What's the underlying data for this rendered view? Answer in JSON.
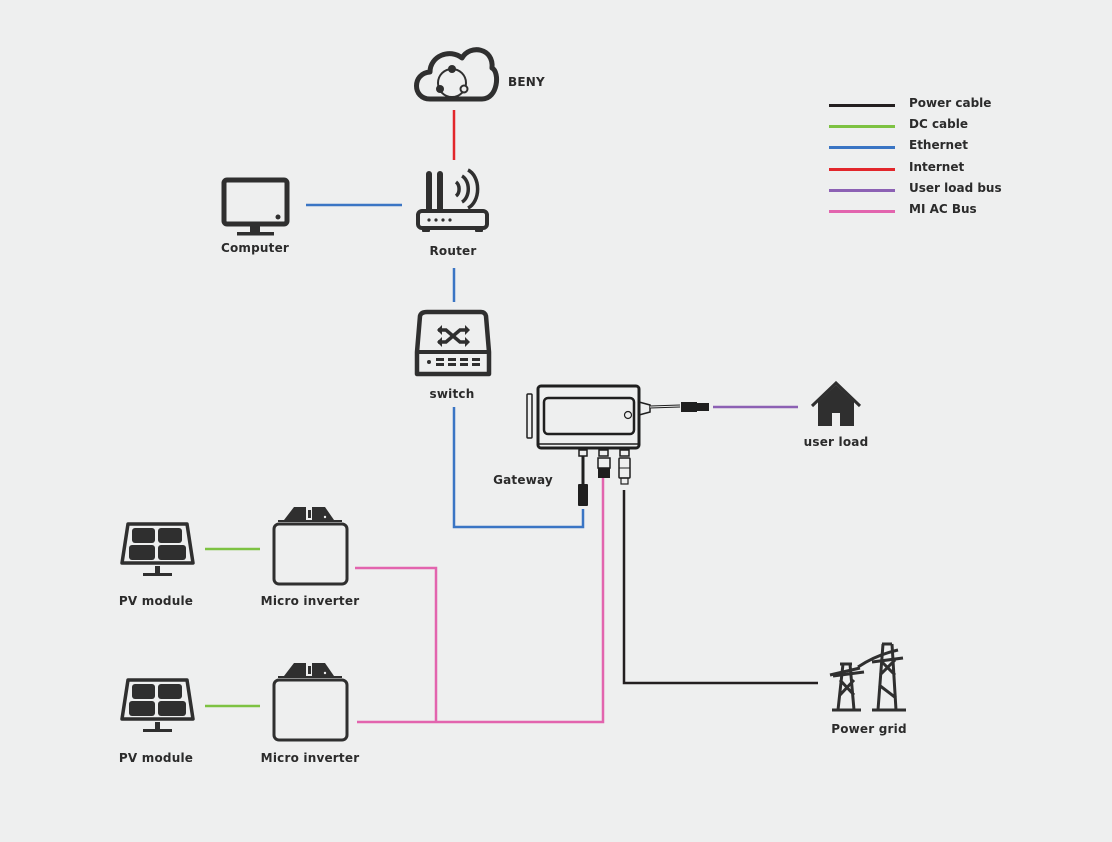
{
  "colors": {
    "background": "#eeefef",
    "icon": "#2f2f2f",
    "power": "#231f20",
    "dc": "#7dc242",
    "ethernet": "#3a75c4",
    "internet": "#e2262b",
    "user_load_bus": "#8c61b4",
    "mi_ac_bus": "#e264ae"
  },
  "nodes": {
    "cloud": {
      "label": "BENY",
      "icon": "cloud-icon"
    },
    "router": {
      "label": "Router",
      "icon": "router-icon"
    },
    "computer": {
      "label": "Computer",
      "icon": "monitor-icon"
    },
    "switch": {
      "label": "switch",
      "icon": "switch-icon"
    },
    "gateway": {
      "label": "Gateway",
      "icon": "gateway-icon"
    },
    "user_load": {
      "label": "user load",
      "icon": "house-icon"
    },
    "pv1": {
      "label": "PV module",
      "icon": "solar-panel-icon"
    },
    "inverter1": {
      "label": "Micro inverter",
      "icon": "micro-inverter-icon"
    },
    "pv2": {
      "label": "PV module",
      "icon": "solar-panel-icon"
    },
    "inverter2": {
      "label": "Micro inverter",
      "icon": "micro-inverter-icon"
    },
    "grid": {
      "label": "Power grid",
      "icon": "transmission-tower-icon"
    }
  },
  "legend": [
    {
      "label": "Power cable",
      "color": "#231f20"
    },
    {
      "label": "DC cable",
      "color": "#7dc242"
    },
    {
      "label": "Ethernet",
      "color": "#3a75c4"
    },
    {
      "label": "Internet",
      "color": "#e2262b"
    },
    {
      "label": "User load bus",
      "color": "#8c61b4"
    },
    {
      "label": "MI AC Bus",
      "color": "#e264ae"
    }
  ],
  "connections": [
    {
      "from": "cloud",
      "to": "router",
      "type": "Internet"
    },
    {
      "from": "computer",
      "to": "router",
      "type": "Ethernet"
    },
    {
      "from": "router",
      "to": "switch",
      "type": "Ethernet"
    },
    {
      "from": "switch",
      "to": "gateway",
      "type": "Ethernet"
    },
    {
      "from": "gateway",
      "to": "user_load",
      "type": "User load bus"
    },
    {
      "from": "pv1",
      "to": "inverter1",
      "type": "DC cable"
    },
    {
      "from": "pv2",
      "to": "inverter2",
      "type": "DC cable"
    },
    {
      "from": "inverter1",
      "to": "gateway",
      "type": "MI AC Bus"
    },
    {
      "from": "inverter2",
      "to": "gateway",
      "type": "MI AC Bus"
    },
    {
      "from": "gateway",
      "to": "grid",
      "type": "Power cable"
    }
  ]
}
